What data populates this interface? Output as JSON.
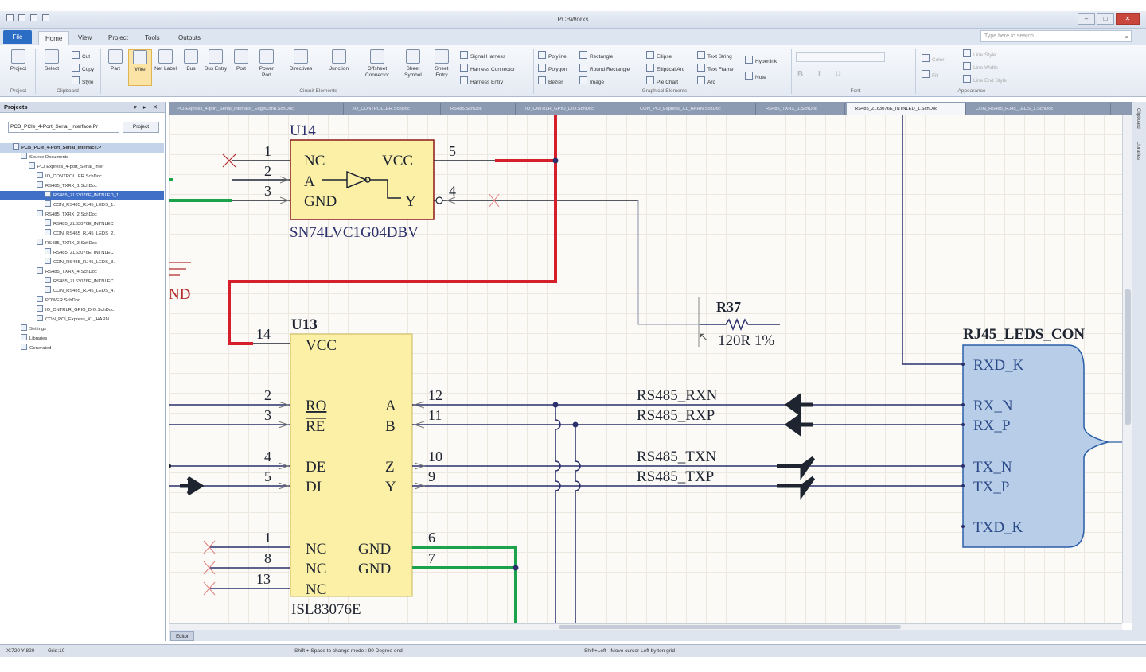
{
  "window": {
    "title": "PCBWorks"
  },
  "ribbon_tabs": [
    {
      "label": "File"
    },
    {
      "label": "Home",
      "active": true
    },
    {
      "label": "View"
    },
    {
      "label": "Project"
    },
    {
      "label": "Tools"
    },
    {
      "label": "Outputs"
    }
  ],
  "search": {
    "placeholder": "Type here to search"
  },
  "ribbon": {
    "project_button": "Project",
    "select_button": "Select",
    "cut": "Cut",
    "copy": "Copy",
    "style": "Style",
    "part": "Part",
    "wire": "Wire",
    "net_label": "Net Label",
    "bus": "Bus",
    "bus_entry": "Bus Entry",
    "port": "Port",
    "power_port": "Power Port",
    "directives": "Directives",
    "junction": "Junction",
    "offsheet": "Offsheet Connector",
    "sheet_symbol": "Sheet Symbol",
    "sheet_entry": "Sheet Entry",
    "signal_harness": "Signal Harness",
    "harness_connector": "Harness Connector",
    "harness_entry": "Harness Entry",
    "polyline": "Polyline",
    "polygon": "Polygon",
    "bezier": "Bezier",
    "rectangle": "Rectangle",
    "round_rectangle": "Round Rectangle",
    "image": "Image",
    "ellipse": "Ellipse",
    "elliptical_arc": "Elliptical Arc",
    "pie_chart": "Pie Chart",
    "text_string": "Text String",
    "text_frame": "Text Frame",
    "arc": "Arc",
    "hyperlink": "Hyperlink",
    "note": "Note",
    "color": "Color",
    "fill": "Fill",
    "line_style": "Line Style",
    "line_width": "Line Width",
    "line_end_style": "Line End Style",
    "groups": {
      "project": "Project",
      "clipboard": "Clipboard",
      "circuit_elements": "Circuit Elements",
      "graphical_elements": "Graphical Elements",
      "font": "Font",
      "appearance": "Appearance"
    }
  },
  "projects_panel": {
    "title": "Projects",
    "controls": "▾ ▸ ✕",
    "workspace": "PCB_PCIe_4-Port_Serial_Interface.Pr",
    "project_button": "Project",
    "tree": [
      {
        "label": "PCB_PCIe_4-Port_Serial_Interface.P",
        "indent": 0,
        "kind": "root"
      },
      {
        "label": "Source Documents",
        "indent": 1
      },
      {
        "label": "PCI Express_4-port_Serial_Inter",
        "indent": 2
      },
      {
        "label": "IO_CONTROLLER.SchDoc",
        "indent": 3
      },
      {
        "label": "RS485_TXRX_1.SchDoc",
        "indent": 3
      },
      {
        "label": "RS485_ZL63076E_INTNLED_1.",
        "indent": 4,
        "kind": "sel"
      },
      {
        "label": "CON_RS485_RJ45_LEDS_1.",
        "indent": 4
      },
      {
        "label": "RS485_TXRX_2.SchDoc",
        "indent": 3
      },
      {
        "label": "RS485_ZL63076E_INTNLEC",
        "indent": 4
      },
      {
        "label": "CON_RS485_RJ45_LEDS_2.",
        "indent": 4
      },
      {
        "label": "RS485_TXRX_3.SchDoc",
        "indent": 3
      },
      {
        "label": "RS485_ZL63076E_INTNLEC",
        "indent": 4
      },
      {
        "label": "CON_RS485_RJ45_LEDS_3.",
        "indent": 4
      },
      {
        "label": "RS485_TXRX_4.SchDoc",
        "indent": 3
      },
      {
        "label": "RS485_ZL63076E_INTNLEC",
        "indent": 4
      },
      {
        "label": "CON_RS485_RJ45_LEDS_4.",
        "indent": 4
      },
      {
        "label": "POWER.SchDoc",
        "indent": 3
      },
      {
        "label": "IO_CNTRLR_GPIO_DIO.SchDoc",
        "indent": 3
      },
      {
        "label": "CON_PCI_Express_X1_HARN.",
        "indent": 3
      },
      {
        "label": "Settings",
        "indent": 1
      },
      {
        "label": "Libraries",
        "indent": 1
      },
      {
        "label": "Generated",
        "indent": 1
      }
    ]
  },
  "doc_tabs": [
    {
      "label": "PCI Express_4-port_Serial_Interface_EdgeConn.SchDoc",
      "active": false
    },
    {
      "label": "IO_CONTROLLER.SchDoc",
      "active": false
    },
    {
      "label": "RS485.SchDoc",
      "active": false
    },
    {
      "label": "IO_CNTRLR_GPIO_DIO.SchDoc",
      "active": false
    },
    {
      "label": "CON_PCI_Express_X1_HARN.SchDoc",
      "active": false
    },
    {
      "label": "RS485_TXRX_1.SchDoc",
      "active": false
    },
    {
      "label": "RS485_ZL63076E_INTNLED_1.SchDoc",
      "active": true
    },
    {
      "label": "CON_RS485_RJ45_LEDS_1.SchDoc",
      "active": false
    }
  ],
  "schematic": {
    "u14": {
      "designator": "U14",
      "part": "SN74LVC1G04DBV",
      "pins": {
        "nc": "NC",
        "a": "A",
        "gnd": "GND",
        "vcc": "VCC",
        "y": "Y"
      },
      "pin_numbers": {
        "p1": "1",
        "p2": "2",
        "p3": "3",
        "p4": "4",
        "p5": "5"
      }
    },
    "gnd_partial": "ND",
    "r37": {
      "designator": "R37",
      "value": "120R 1%"
    },
    "u13": {
      "designator": "U13",
      "part": "ISL83076E",
      "pins": {
        "vcc": "VCC",
        "ro": "RO",
        "re": "RE",
        "de": "DE",
        "di": "DI",
        "a": "A",
        "b": "B",
        "z": "Z",
        "y": "Y",
        "nc1": "NC",
        "nc2": "NC",
        "nc3": "NC",
        "gnd1": "GND",
        "gnd2": "GND"
      },
      "pin_numbers": {
        "p14": "14",
        "p2": "2",
        "p3": "3",
        "p4": "4",
        "p5": "5",
        "p12": "12",
        "p11": "11",
        "p10": "10",
        "p9": "9",
        "p1": "1",
        "p8": "8",
        "p13": "13",
        "p6": "6",
        "p7": "7"
      }
    },
    "nets": {
      "rxn": "RS485_RXN",
      "rxp": "RS485_RXP",
      "txn": "RS485_TXN",
      "txp": "RS485_TXP"
    },
    "harness": {
      "name": "RJ45_LEDS_CON",
      "entries": [
        "RXD_K",
        "RX_N",
        "RX_P",
        "TX_N",
        "TX_P",
        "TXD_K"
      ]
    },
    "colors": {
      "power_net": "#d51f2a",
      "ground_net": "#1aa34a",
      "wire": "#2b2f6b",
      "component_fill": "#fbf0a6",
      "harness_fill": "#b8cde8"
    }
  },
  "side_panel": {
    "clipboard": "Clipboard",
    "libraries": "Libraries"
  },
  "editor_tab": "Editor",
  "status": {
    "coords": "X:720 Y:820",
    "grid": "Grid:10",
    "mode_hint": "Shift + Space to change mode : 90 Degree end",
    "move_hint": "Shift+Left - Move cursor Left by ten grid"
  }
}
